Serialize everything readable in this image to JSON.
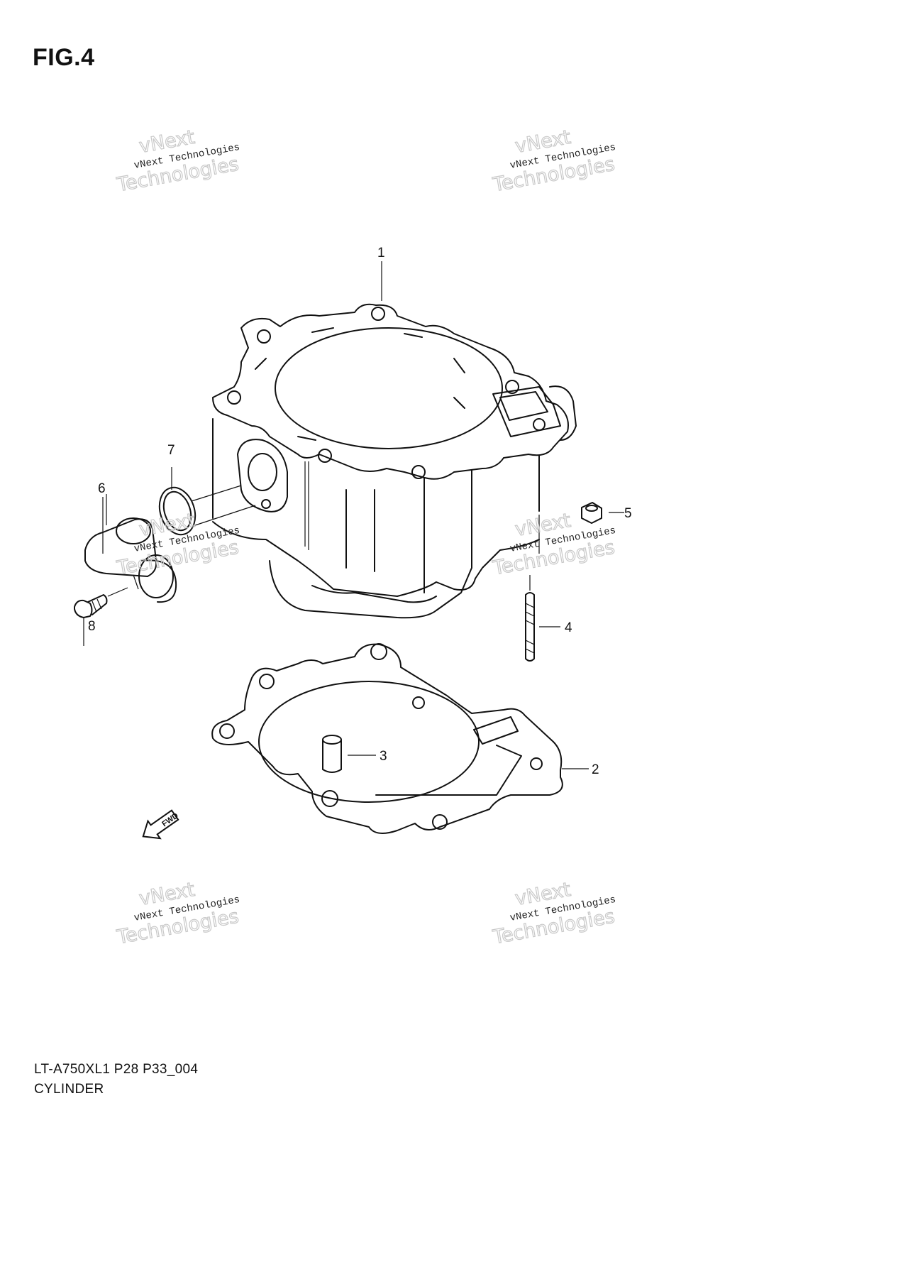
{
  "figure": {
    "title": "FIG.4"
  },
  "callouts": [
    {
      "id": "1",
      "text": "1"
    },
    {
      "id": "2",
      "text": "2"
    },
    {
      "id": "3",
      "text": "3"
    },
    {
      "id": "4",
      "text": "4"
    },
    {
      "id": "5",
      "text": "5"
    },
    {
      "id": "6",
      "text": "6"
    },
    {
      "id": "7",
      "text": "7"
    },
    {
      "id": "8",
      "text": "8"
    }
  ],
  "fwd_arrow": {
    "label": "FWD"
  },
  "watermark": {
    "line1": "vNext Technologies",
    "big1": "vNext",
    "big2": "Technologies"
  },
  "footer": {
    "code": "LT-A750XL1 P28 P33_004",
    "name": "CYLINDER"
  }
}
